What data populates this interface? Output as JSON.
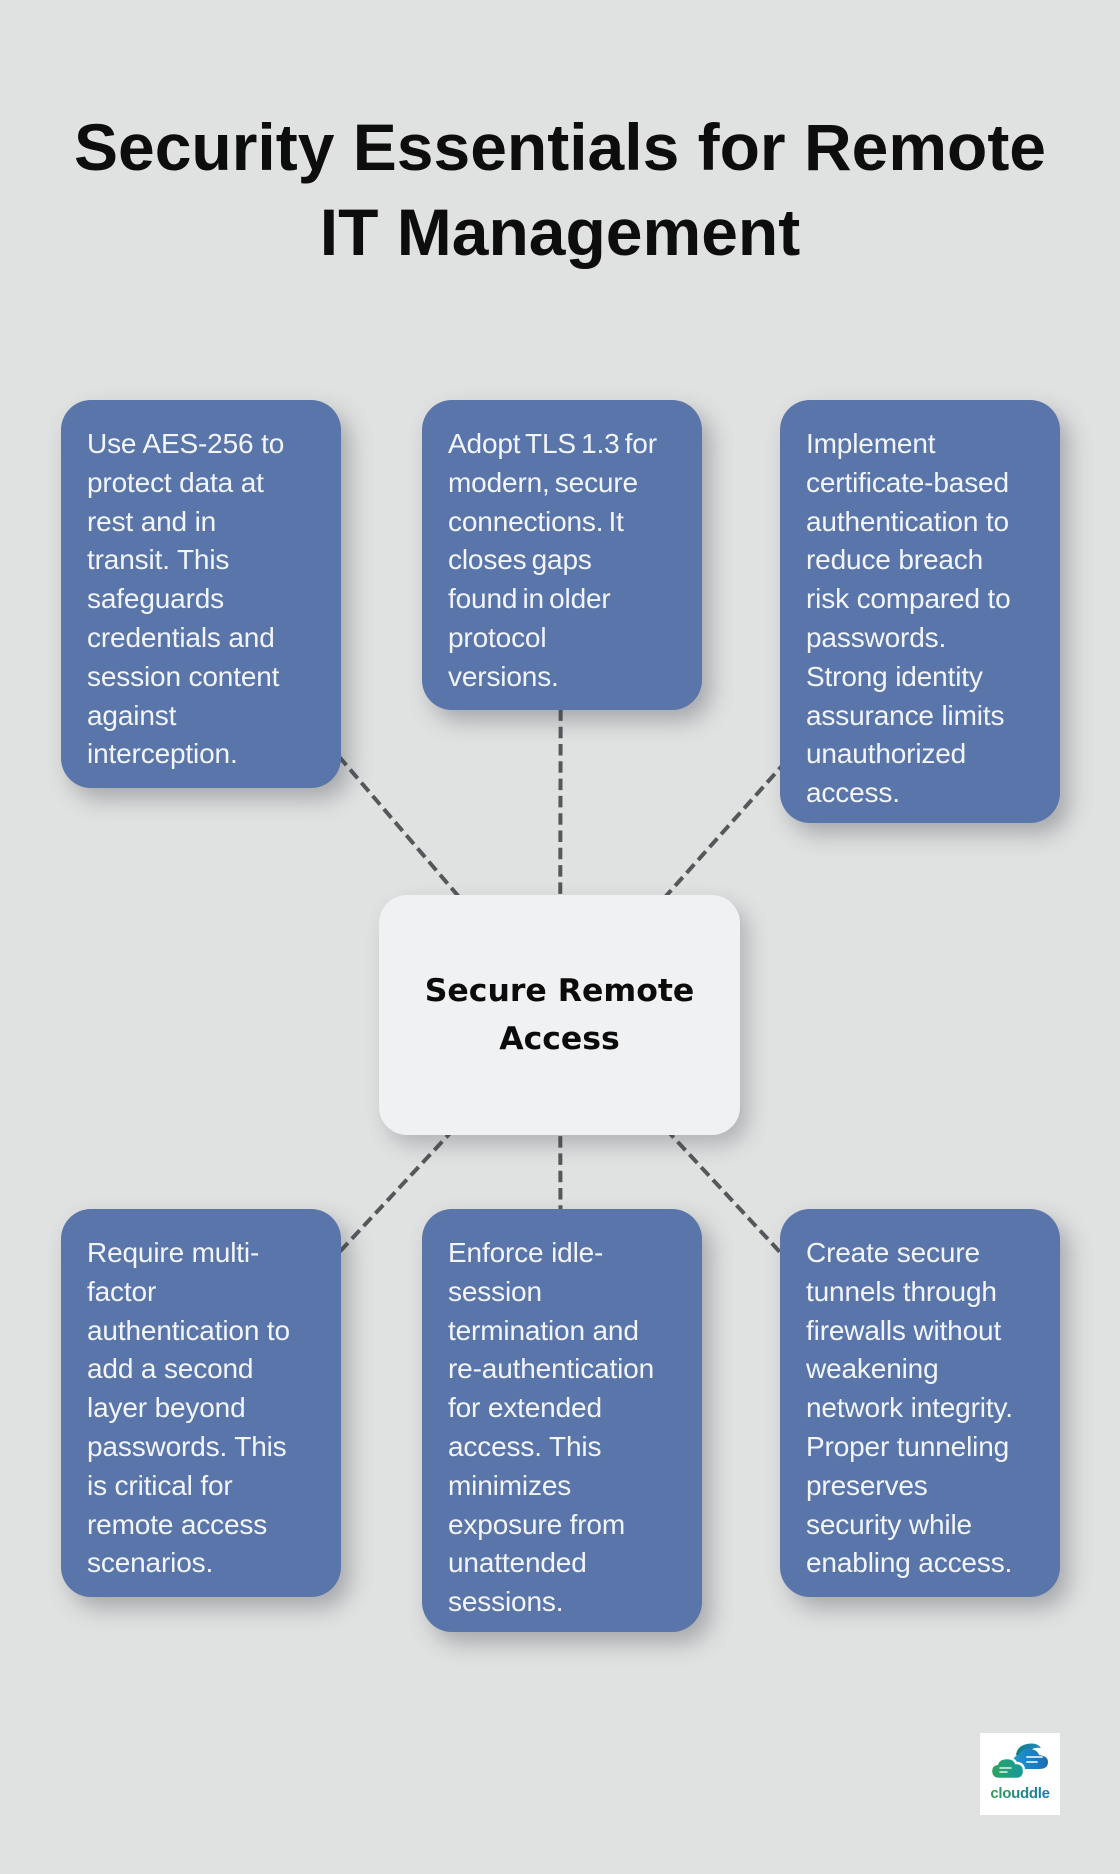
{
  "title": "Security Essentials for Remote IT Management",
  "center": {
    "label": "Secure Remote Access"
  },
  "boxes": [
    {
      "text": "Use AES-256 to protect data at rest and in transit. This safeguards credentials and session content against interception."
    },
    {
      "text": "Adopt TLS 1.3 for modern, secure connections. It closes gaps found in older protocol versions."
    },
    {
      "text": "Implement certificate-based authentication to reduce breach risk compared to passwords. Strong identity assurance limits unauthorized access."
    },
    {
      "text": "Require multi-factor authentication to add a second layer beyond passwords. This is critical for remote access scenarios."
    },
    {
      "text": "Enforce idle-session termination and re-authentication for extended access. This minimizes exposure from unattended sessions."
    },
    {
      "text": "Create secure tunnels through firewalls without weakening network integrity. Proper tunneling preserves security while enabling access."
    }
  ],
  "logo": {
    "brand": "clouddle",
    "icon": "cloud-icon"
  },
  "colors": {
    "background": "#e0e1e1",
    "node_fill": "#5a75a9",
    "node_text": "#f2f5fa",
    "center_fill": "#f0f1f3",
    "center_text": "#0b0b0b",
    "dash_line": "#55595c",
    "title_text": "#0d0d0d",
    "logo_green": "#2f9e4f",
    "logo_blue": "#1b75bb"
  }
}
